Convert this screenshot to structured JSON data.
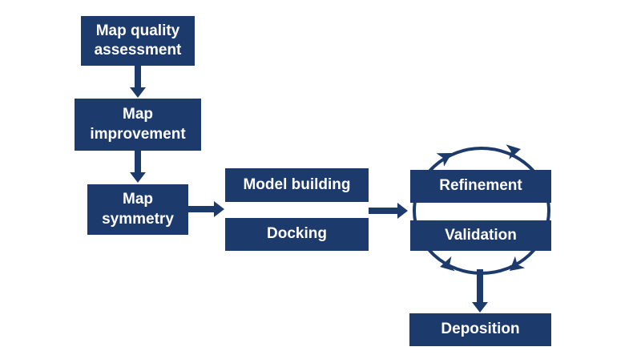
{
  "colors": {
    "navy": "#1d3a6c",
    "label_text": "#ffffff",
    "background": "#ffffff"
  },
  "nodes": {
    "map_quality": "Map quality\nassessment",
    "map_improvement": "Map\nimprovement",
    "map_symmetry": "Map\nsymmetry",
    "model_building": "Model building",
    "docking": "Docking",
    "refinement": "Refinement",
    "validation": "Validation",
    "deposition": "Deposition"
  }
}
